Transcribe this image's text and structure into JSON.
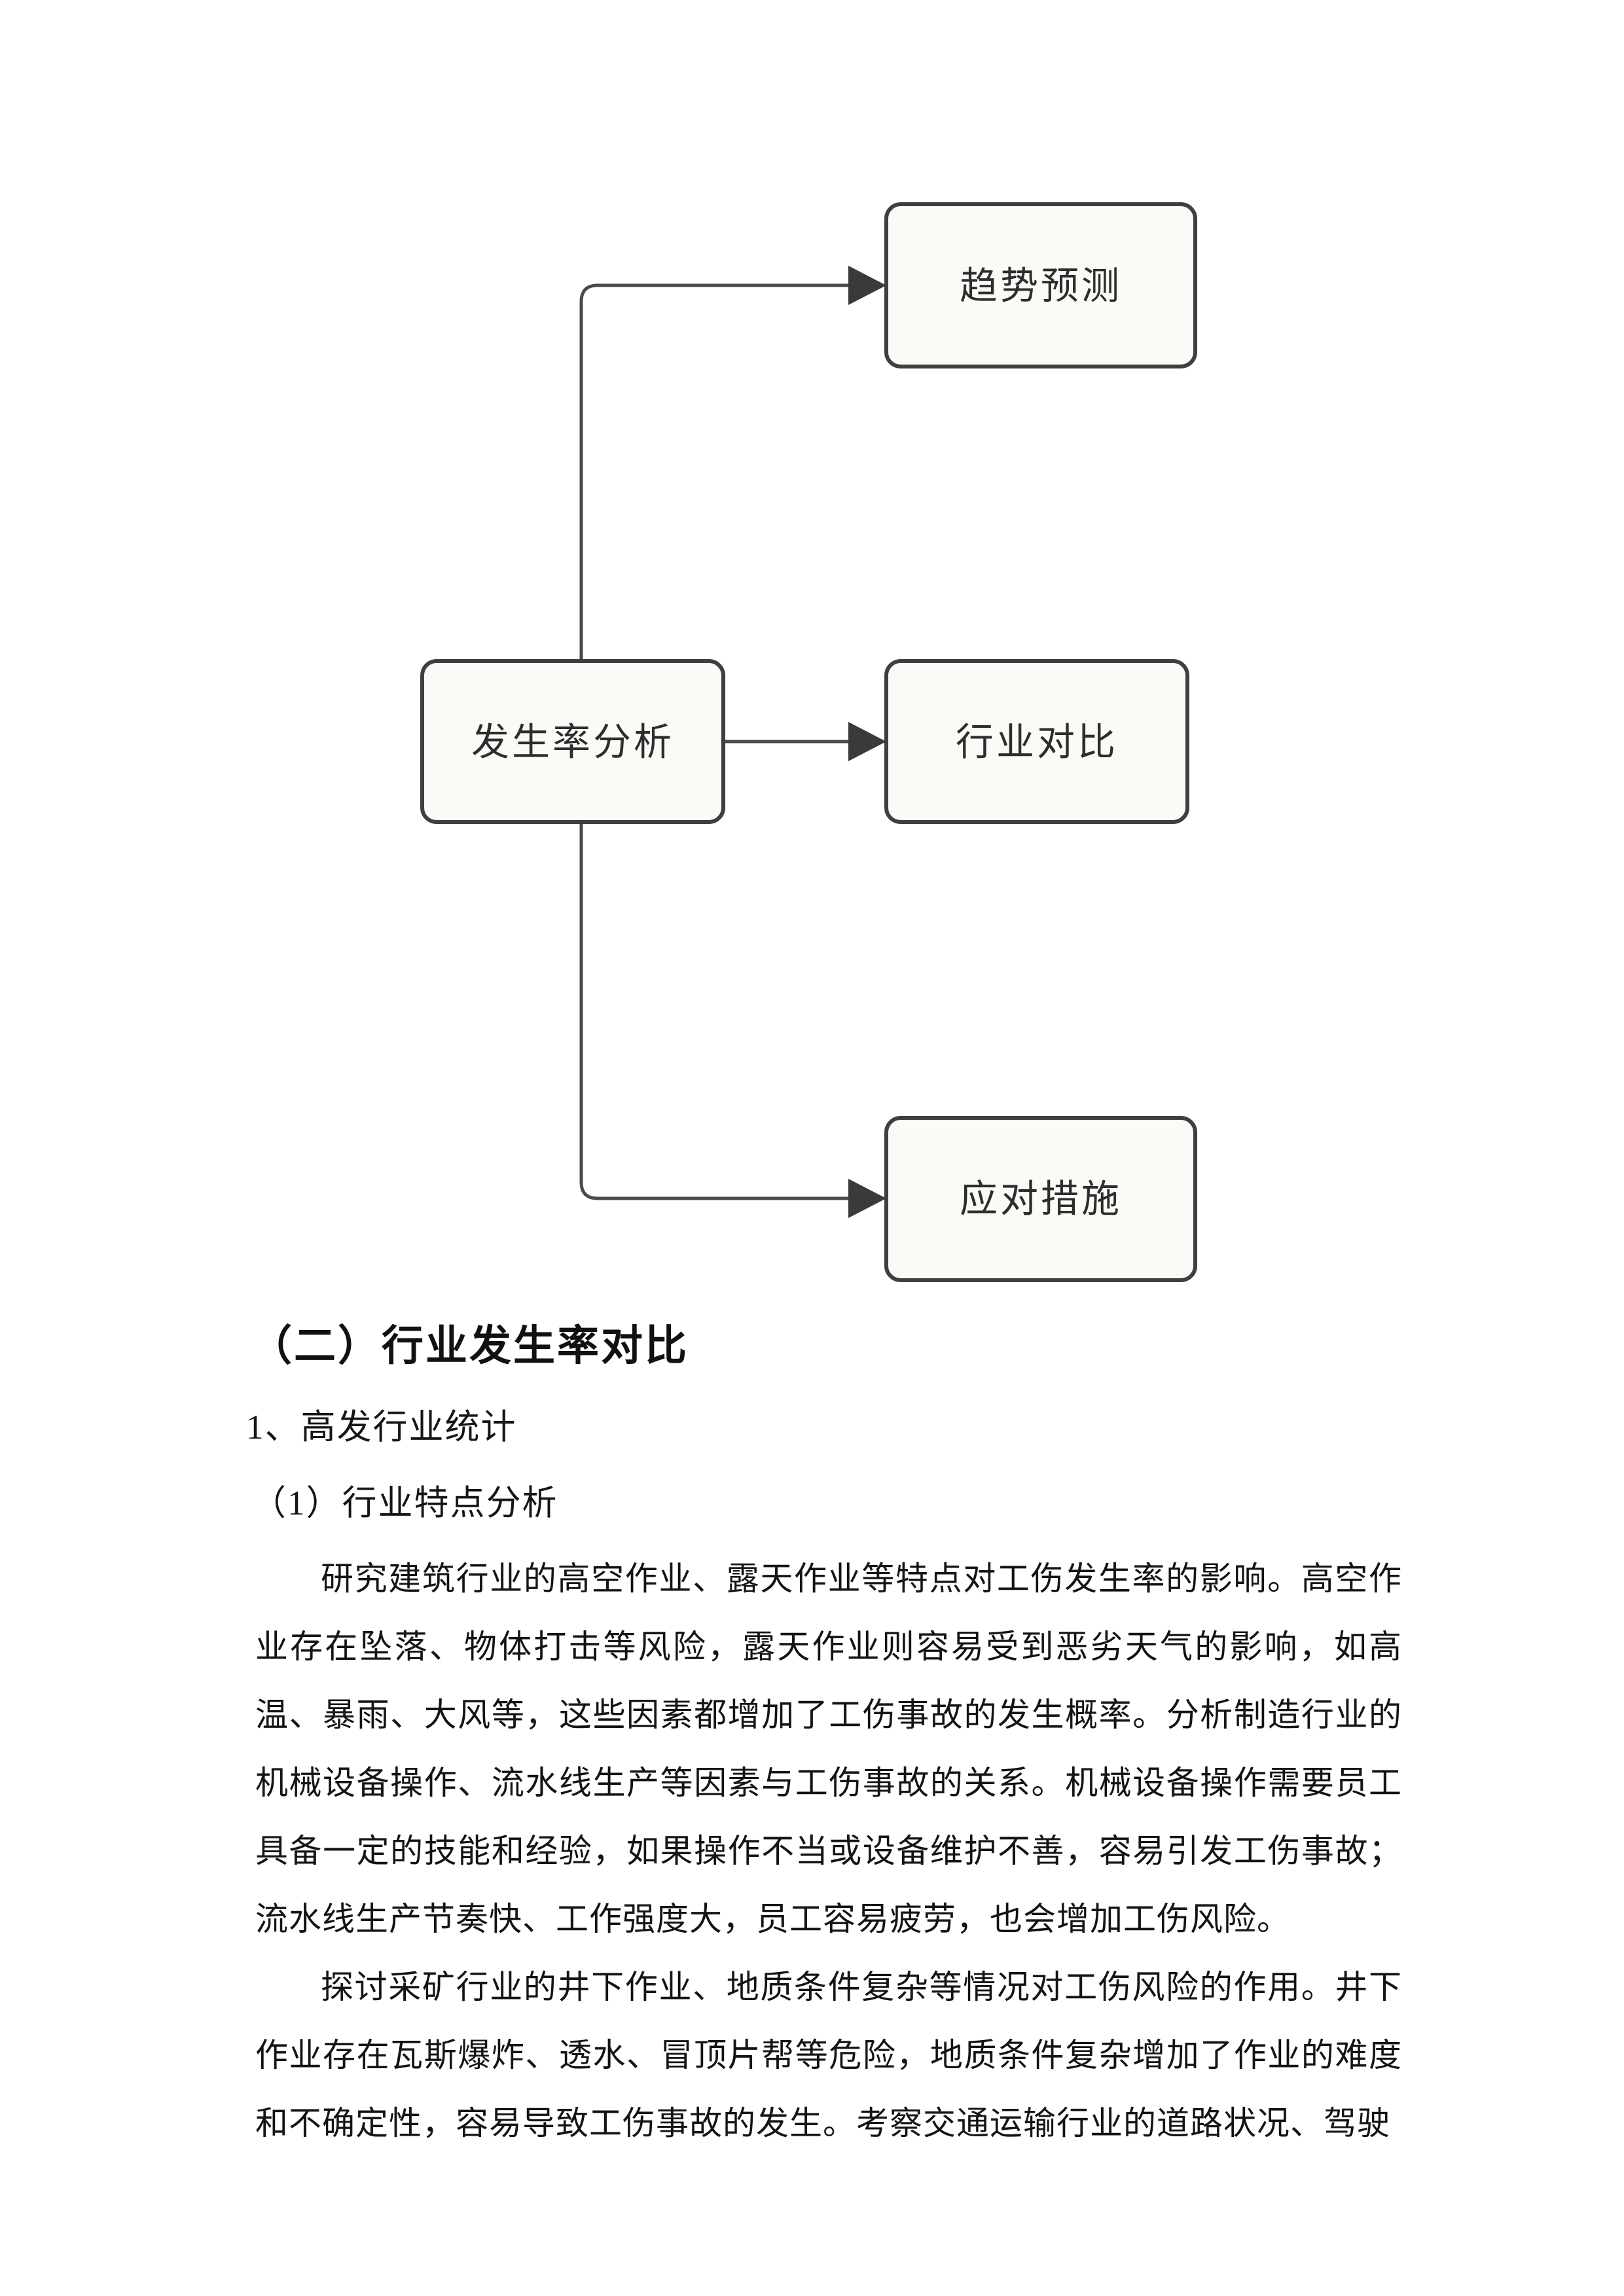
{
  "diagram": {
    "nodes": [
      {
        "id": "trend",
        "label": "趋势预测"
      },
      {
        "id": "analysis",
        "label": "发生率分析"
      },
      {
        "id": "industry",
        "label": "行业对比"
      },
      {
        "id": "measures",
        "label": "应对措施"
      }
    ],
    "colors": {
      "box_fill": "#fbfaf7",
      "box_border": "#3f3f3f",
      "connector": "#4a4a4a",
      "label": "#2d2d2d"
    }
  },
  "document": {
    "heading": "（二）行业发生率对比",
    "subheading1": "1、高发行业统计",
    "subheading2": "（1）行业特点分析",
    "paragraphs": [
      "研究建筑行业的高空作业、露天作业等特点对工伤发生率的影响。高空作业存在坠落、物体打击等风险，露天作业则容易受到恶劣天气的影响，如高温、暴雨、大风等，这些因素都增加了工伤事故的发生概率。分析制造行业的机械设备操作、流水线生产等因素与工伤事故的关系。机械设备操作需要员工具备一定的技能和经验，如果操作不当或设备维护不善，容易引发工伤事故；流水线生产节奏快、工作强度大，员工容易疲劳，也会增加工伤风险。",
      "探讨采矿行业的井下作业、地质条件复杂等情况对工伤风险的作用。井下作业存在瓦斯爆炸、透水、冒顶片帮等危险，地质条件复杂增加了作业的难度和不确定性，容易导致工伤事故的发生。考察交通运输行业的道路状况、驾驶"
    ]
  }
}
